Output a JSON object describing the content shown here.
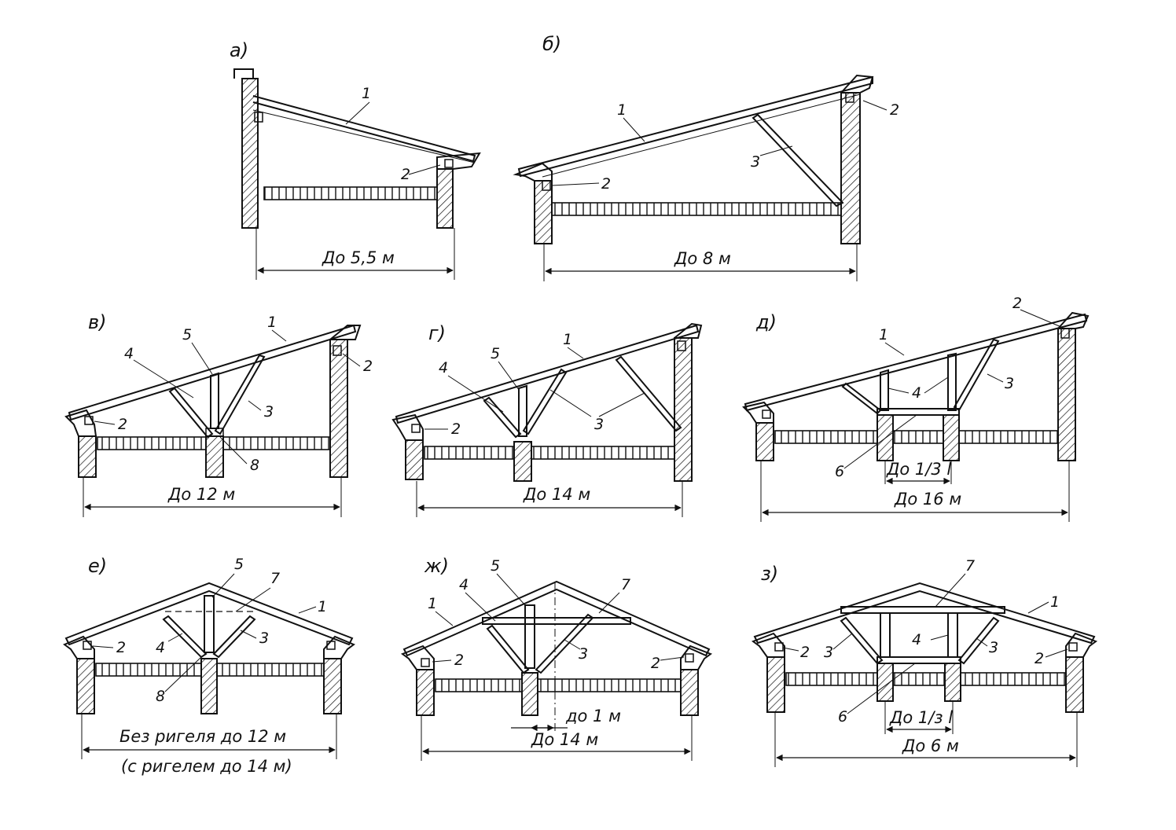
{
  "diagrams": [
    {
      "letter": "а)",
      "span": "До 5,5 м",
      "callouts": [
        "1",
        "2"
      ]
    },
    {
      "letter": "б)",
      "span": "До 8 м",
      "callouts": [
        "1",
        "2",
        "3",
        "2"
      ]
    },
    {
      "letter": "в)",
      "span": "До  12 м",
      "callouts": [
        "1",
        "2",
        "3",
        "4",
        "5",
        "2",
        "8"
      ]
    },
    {
      "letter": "г)",
      "span": "До 14 м",
      "callouts": [
        "1",
        "4",
        "5",
        "3",
        "2"
      ]
    },
    {
      "letter": "д)",
      "span": "До 16 м",
      "sub_span": "До 1/3 l",
      "callouts": [
        "2",
        "1",
        "4",
        "3",
        "6"
      ]
    },
    {
      "letter": "е)",
      "span": "Без  ригеля  до 12 м",
      "span2": "(с  ригелем  до 14 м)",
      "callouts": [
        "5",
        "7",
        "1",
        "2",
        "4",
        "3",
        "8"
      ]
    },
    {
      "letter": "ж)",
      "span": "До  14 м",
      "sub_span": "до 1 м",
      "callouts": [
        "5",
        "4",
        "7",
        "1",
        "2",
        "3",
        "2"
      ]
    },
    {
      "letter": "з)",
      "span": "До 6 м",
      "sub_span": "До 1/з l",
      "callouts": [
        "7",
        "1",
        "2",
        "3",
        "4",
        "3",
        "2",
        "6"
      ]
    }
  ],
  "colors": {
    "ink": "#111111",
    "paper": "#ffffff"
  }
}
